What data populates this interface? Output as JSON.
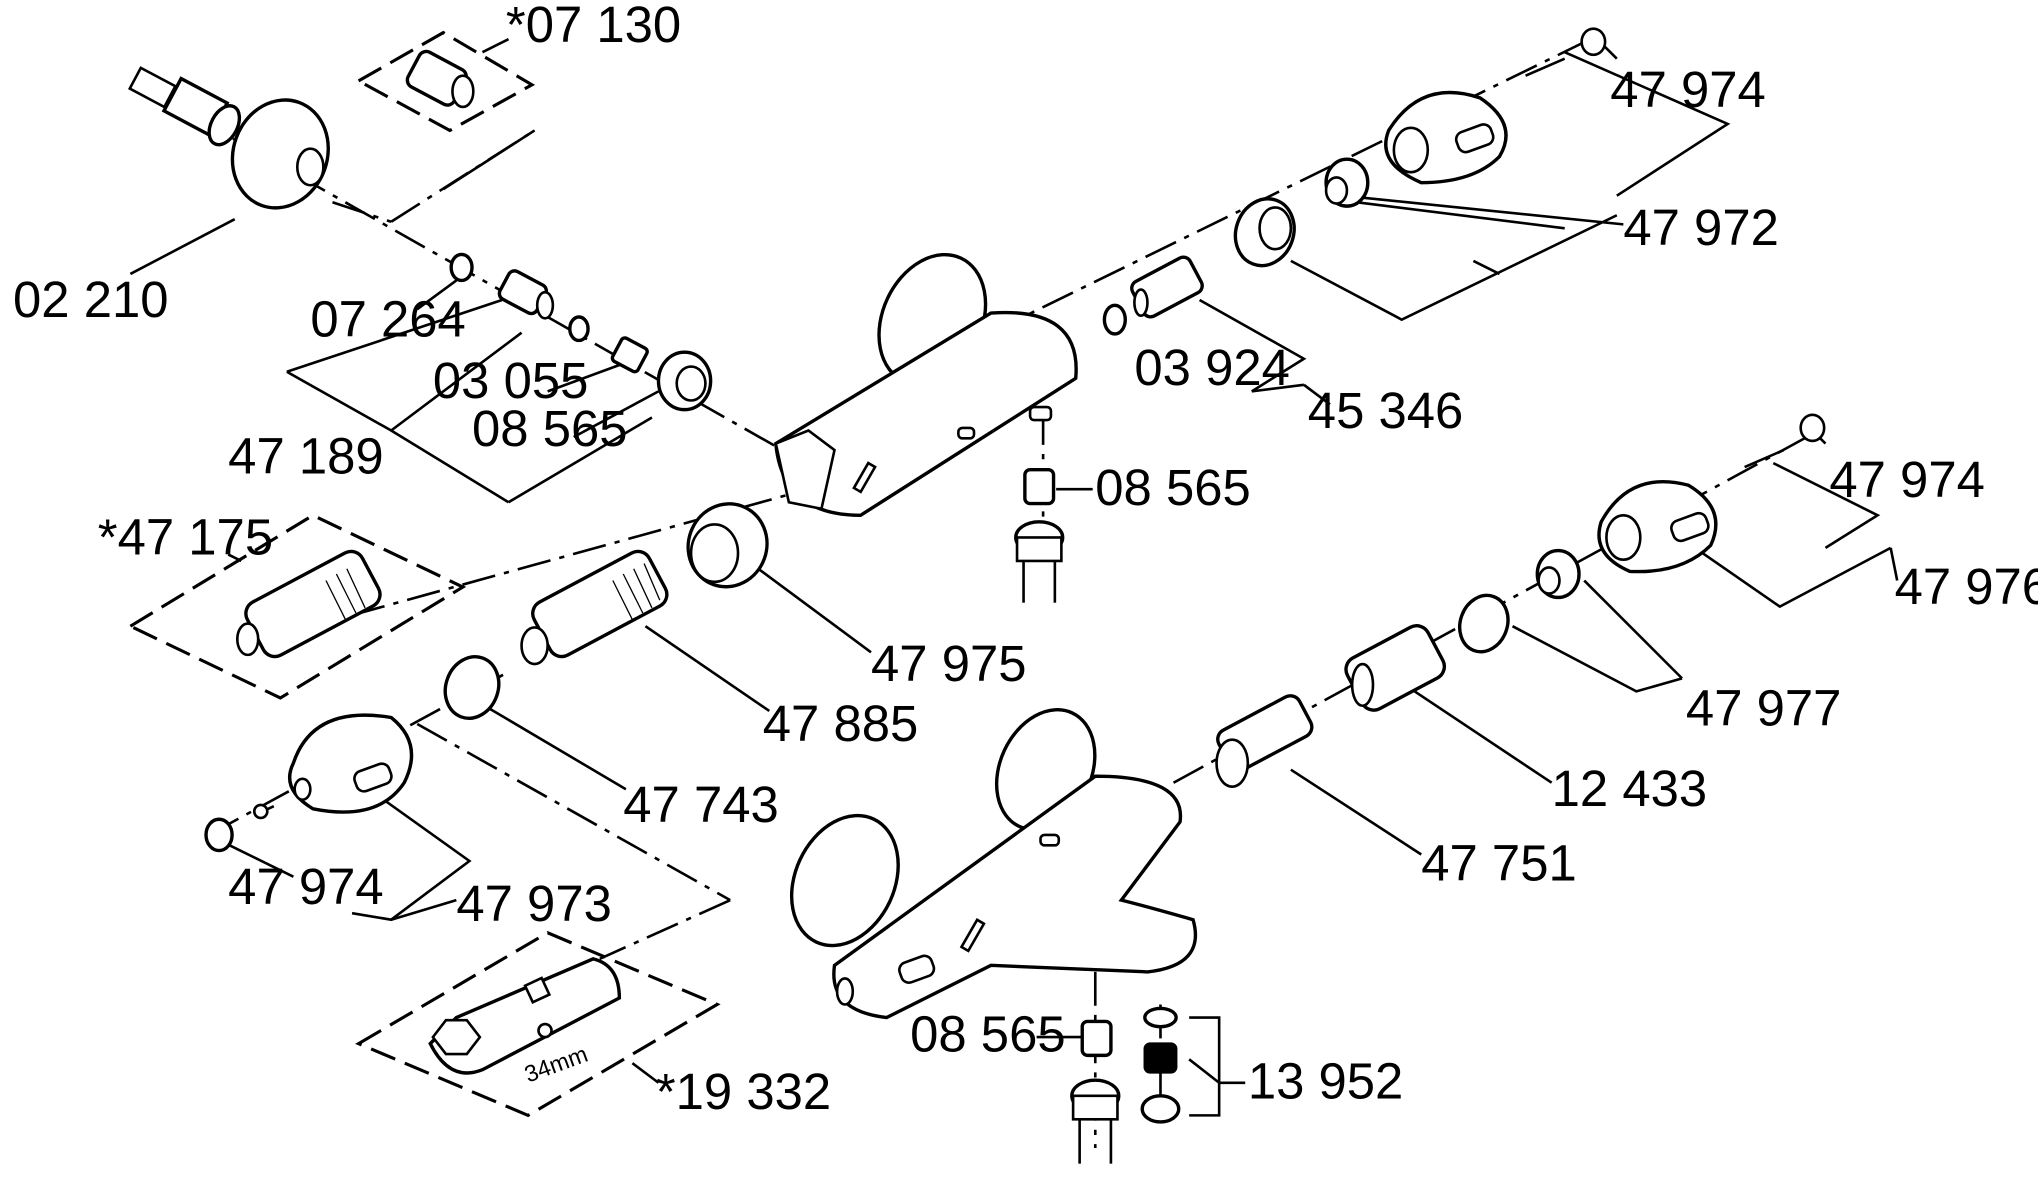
{
  "diagram": {
    "labels": {
      "p07130": "*07 130",
      "p02210": "02 210",
      "p07264": "07 264",
      "p03055": "03 055",
      "p08565a": "08 565",
      "p47189": "47 189",
      "p47175": "*47 175",
      "p47975": "47 975",
      "p47885": "47 885",
      "p47743": "47 743",
      "p47974a": "47 974",
      "p47973": "47 973",
      "p19332": "*19 332",
      "mm34": "34mm",
      "p47974b": "47 974",
      "p47972": "47 972",
      "p03924": "03 924",
      "p45346": "45 346",
      "p08565b": "08 565",
      "p47974c": "47 974",
      "p47976": "47 976",
      "p47977": "47 977",
      "p12433": "12 433",
      "p47751": "47 751",
      "p08565c": "08 565",
      "p13952": "13 952"
    }
  }
}
